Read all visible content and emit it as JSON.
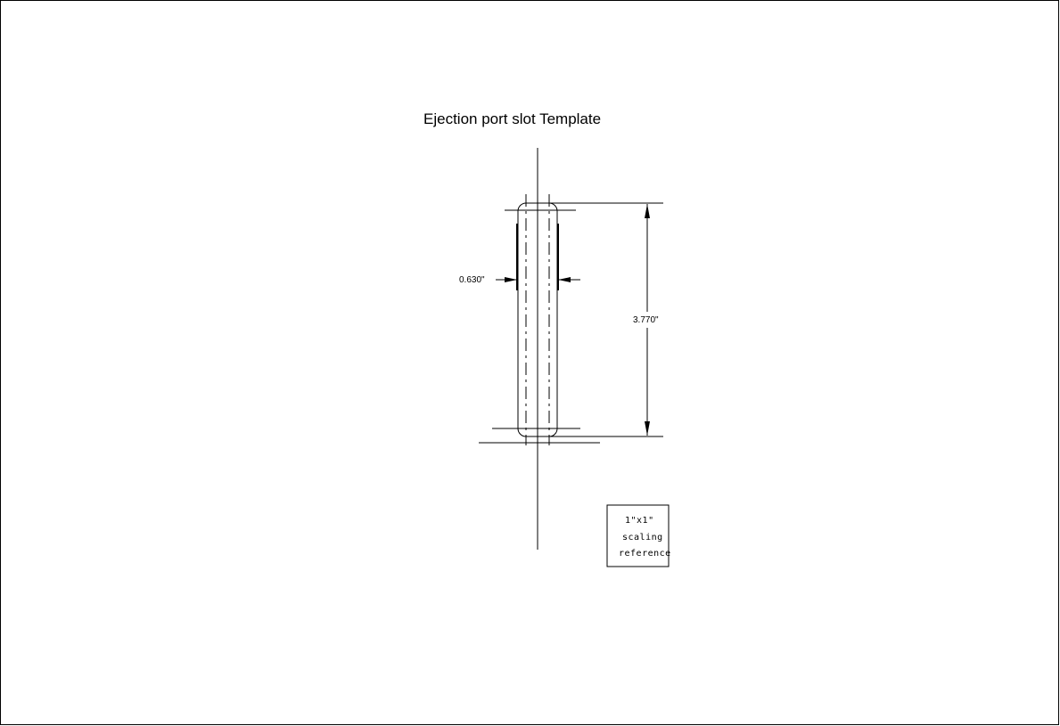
{
  "drawing": {
    "title": "Ejection port slot Template",
    "width_dimension": "0.630\"",
    "length_dimension": "3.770\"",
    "scale_reference": {
      "line1": "1\"x1\"",
      "line2": "scaling",
      "line3": "reference"
    }
  }
}
